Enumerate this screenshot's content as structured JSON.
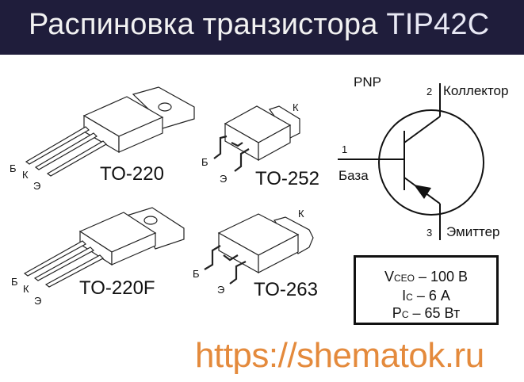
{
  "header": {
    "title": "Распиновка транзистора",
    "part_number": "TIP42C",
    "background": "#1f1d3b"
  },
  "packages": [
    {
      "name": "TO-220",
      "pins": {
        "base": "Б",
        "collector": "К",
        "emitter": "Э"
      }
    },
    {
      "name": "TO-252",
      "pins": {
        "base": "Б",
        "collector": "К",
        "emitter": "Э"
      }
    },
    {
      "name": "TO-220F",
      "pins": {
        "base": "Б",
        "collector": "К",
        "emitter": "Э"
      }
    },
    {
      "name": "TO-263",
      "pins": {
        "base": "Б",
        "collector": "К",
        "emitter": "Э"
      }
    }
  ],
  "schematic": {
    "type": "PNP",
    "pins": [
      {
        "number": "1",
        "label": "База"
      },
      {
        "number": "2",
        "label": "Коллектор"
      },
      {
        "number": "3",
        "label": "Эмиттер"
      }
    ]
  },
  "specs": [
    {
      "symbol": "V",
      "subscript": "CEO",
      "value": "– 100 В"
    },
    {
      "symbol": "I",
      "subscript": "C",
      "value": " – 6 А"
    },
    {
      "symbol": "P",
      "subscript": "C",
      "value": "– 65 Вт"
    }
  ],
  "watermark": {
    "text": "https://shematok.ru",
    "color": "#e48a3c"
  }
}
